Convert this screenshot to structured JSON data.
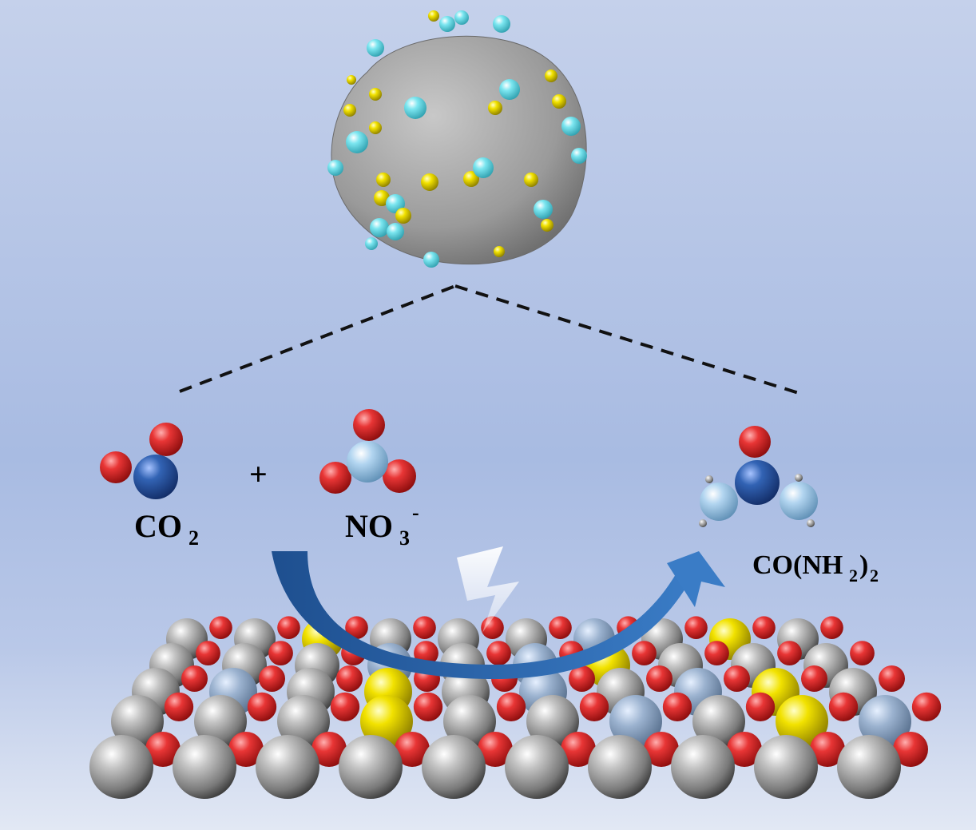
{
  "colors": {
    "background_top": "#c3cfea",
    "background_mid": "#a9bce2",
    "background_bottom": "#dde5f3",
    "oxygen": "#e0262b",
    "carbon": "#2d5aa8",
    "nitrogen": "#a7cfee",
    "hydrogen": "#d8d8d8",
    "metal_surface": "#8c8c8c",
    "dopant_yellow": "#f2e000",
    "dopant_cyan": "#6fe3ee",
    "arrow": "#2a63a3"
  },
  "labels": {
    "plus": "+",
    "co2": "CO",
    "co2_sub": "2",
    "no3": "NO",
    "no3_sub": "3",
    "no3_sup": "-",
    "urea": "CO(NH",
    "urea_sub1": "2",
    "urea_close": ")",
    "urea_sub2": "2"
  },
  "icons": {
    "nanoparticle": "doped-nanoparticle-icon",
    "reaction_arrow": "curved-arrow-icon",
    "energy": "lightning-bolt-icon",
    "surface": "catalyst-surface-icon"
  }
}
